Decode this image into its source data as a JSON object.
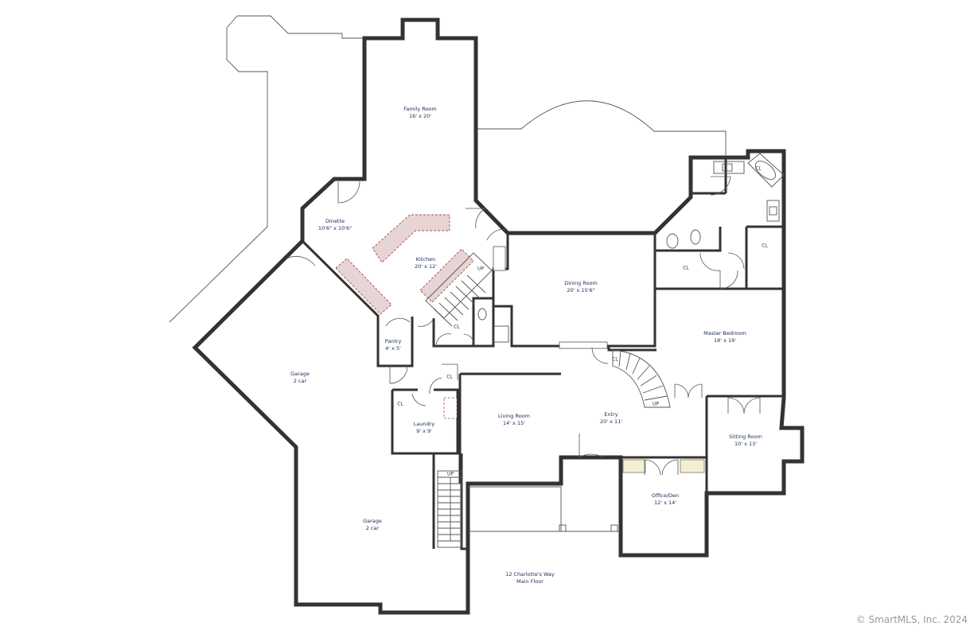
{
  "plan": {
    "caption_line1": "12 Charlotte's Way",
    "caption_line2": "Main Floor",
    "watermark": "© SmartMLS, Inc. 2024"
  },
  "rooms": [
    {
      "id": "family-room",
      "name": "Family Room",
      "dims": "16' x 20'"
    },
    {
      "id": "dinette",
      "name": "Dinette",
      "dims": "10'6\" x 10'6\""
    },
    {
      "id": "kitchen",
      "name": "Kitchen",
      "dims": "20' x 12'"
    },
    {
      "id": "dining-room",
      "name": "Dining Room",
      "dims": "20' x 15'6\""
    },
    {
      "id": "master-bedroom",
      "name": "Master Bedroom",
      "dims": "18' x 19'"
    },
    {
      "id": "pantry",
      "name": "Pantry",
      "dims": "4' x 5'"
    },
    {
      "id": "garage-1",
      "name": "Garage",
      "dims": "2 car"
    },
    {
      "id": "laundry",
      "name": "Laundry",
      "dims": "9' x 9'"
    },
    {
      "id": "living-room",
      "name": "Living Room",
      "dims": "14' x 15'"
    },
    {
      "id": "entry",
      "name": "Entry",
      "dims": "20' x 11'"
    },
    {
      "id": "sitting-room",
      "name": "Sitting Room",
      "dims": "10' x 13'"
    },
    {
      "id": "office-den",
      "name": "Office/Den",
      "dims": "12' x 14'"
    },
    {
      "id": "garage-2",
      "name": "Garage",
      "dims": "2 car"
    }
  ],
  "closets": [
    "CL",
    "CL",
    "CL",
    "CL",
    "CL",
    "CL",
    "CL"
  ],
  "stairs": [
    "UP",
    "UP",
    "UP"
  ]
}
